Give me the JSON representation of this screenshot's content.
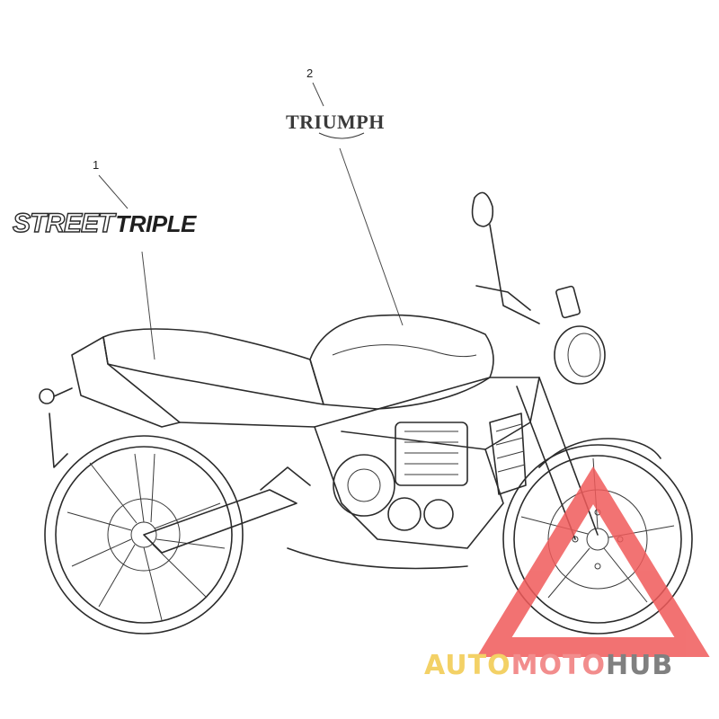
{
  "diagram": {
    "callouts": [
      {
        "number": "1",
        "part": "STREET TRIPLE"
      },
      {
        "number": "2",
        "part": "TRIUMPH"
      }
    ]
  },
  "watermark": {
    "part1": "AUTOMOTO",
    "part2": "HUB",
    "colors": {
      "auto": "#f2c94c",
      "moto": "#f07a7a",
      "hub": "#6b6b6b",
      "triangle": "#f05a5a"
    }
  }
}
